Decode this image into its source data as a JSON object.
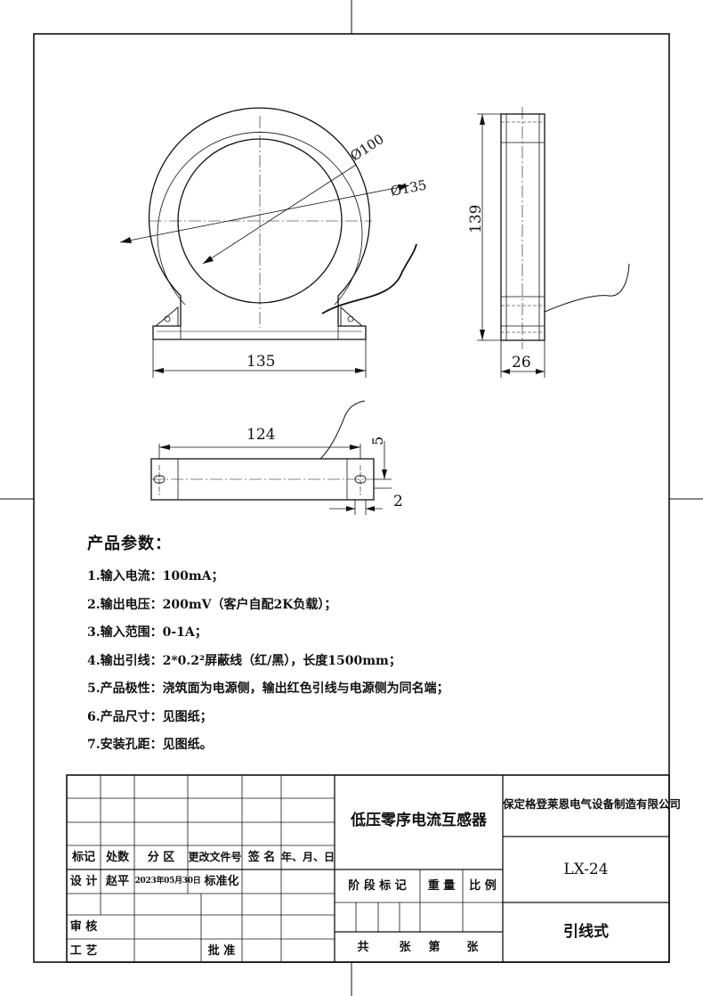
{
  "dimensions": {
    "inner_diameter": "Ø100",
    "outer_diameter": "Ø135",
    "width": "135",
    "height": "139",
    "thickness": "26",
    "hole_spacing": "124",
    "hole_offset": "5",
    "hole_size": "2"
  },
  "params": {
    "title": "产品参数：",
    "items": [
      "1.输入电流：100mA；",
      "2.输出电压：200mV（客户自配2K负载）；",
      "3.输入范围：0-1A；",
      "4.输出引线：2*0.2²屏蔽线（红/黑），长度1500mm；",
      "5.产品极性：浇筑面为电源侧，输出红色引线与电源侧为同名端；",
      "6.产品尺寸：见图纸；",
      "7.安装孔距：见图纸。"
    ]
  },
  "title_block": {
    "hdr_mark": "标记",
    "hdr_count": "处数",
    "hdr_zone": "分 区",
    "hdr_doc": "更改文件号",
    "hdr_sign": "签 名",
    "hdr_date": "年、月、日",
    "design_label": "设 计",
    "designer": "赵平",
    "design_date": "2023年05月30日",
    "standard_label": "标准化",
    "review_label": "审 核",
    "process_label": "工 艺",
    "approve_label": "批 准",
    "product_name": "低压零序电流互感器",
    "stage_mark": "阶 段 标 记",
    "weight": "重 量",
    "scale": "比 例",
    "total": "共",
    "sheet1": "张",
    "page_no": "第",
    "sheet2": "张",
    "company": "保定格登莱恩电气设备制造有限公司",
    "drawing_no": "LX-24",
    "variant": "引线式"
  }
}
